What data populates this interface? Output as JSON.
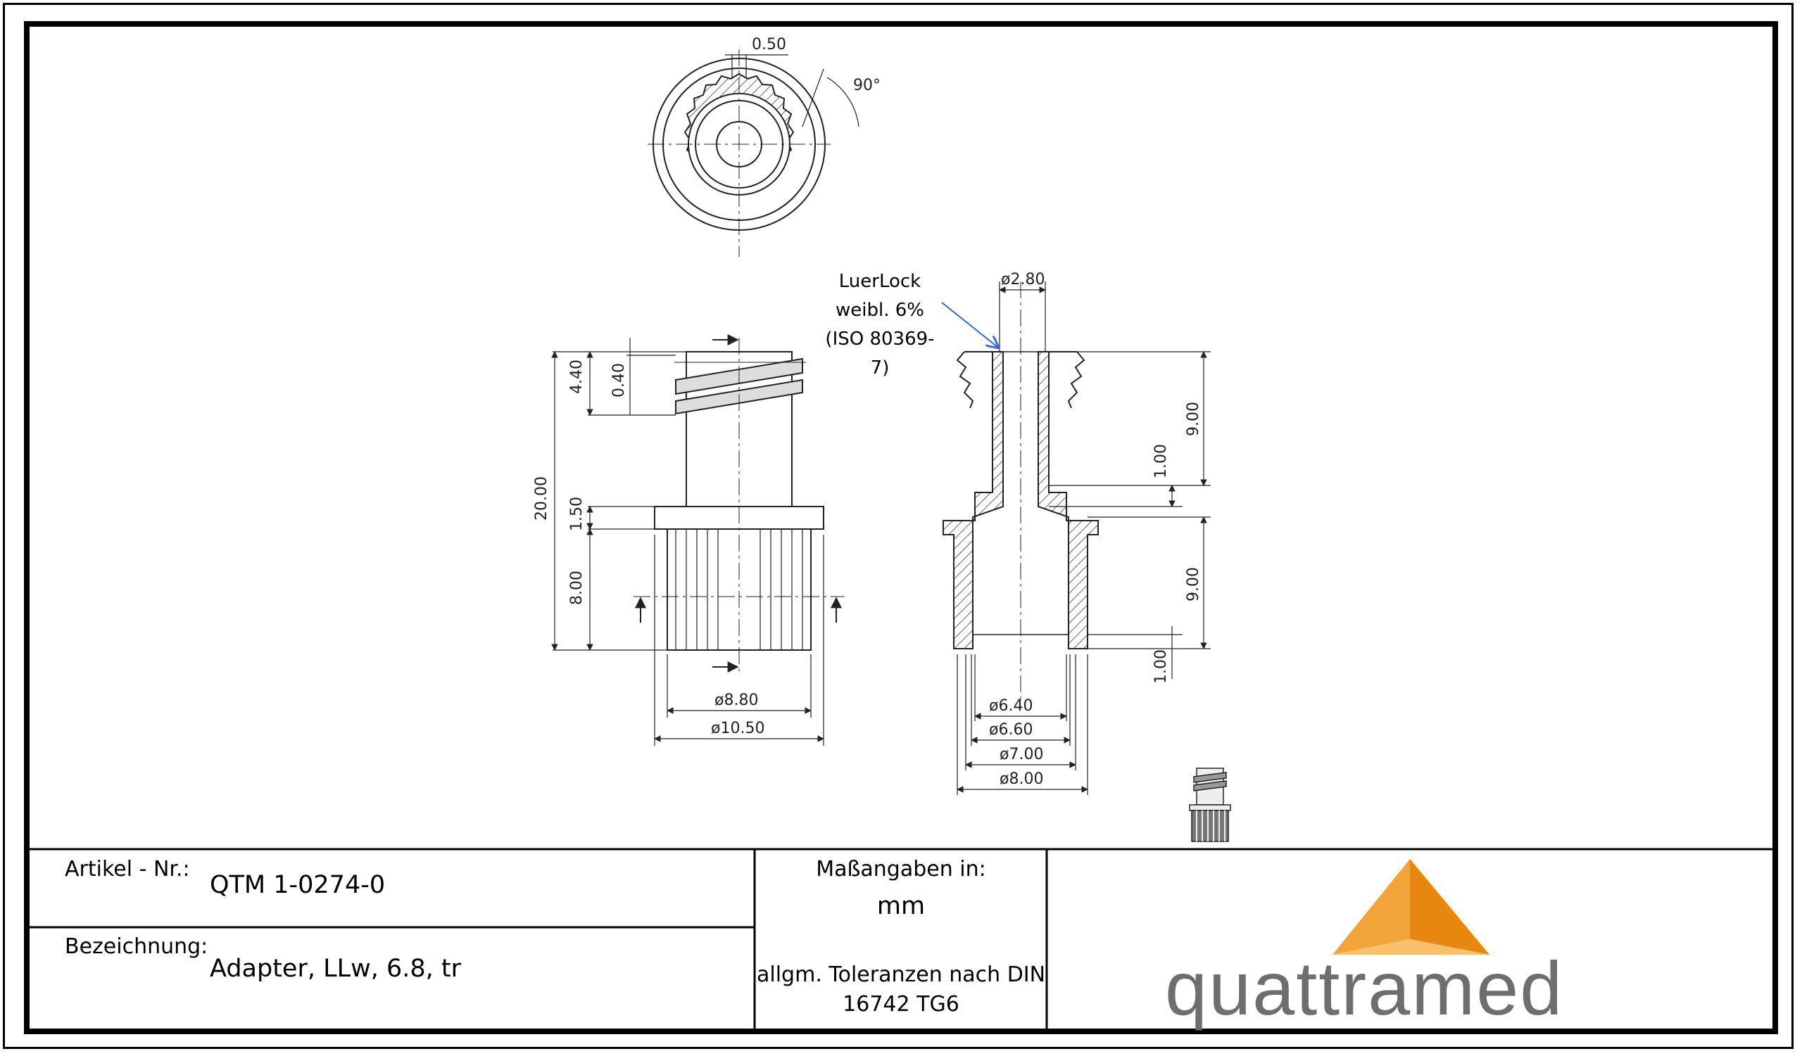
{
  "drawing": {
    "dimensions": {
      "top_width": "0.50",
      "top_angle": "90°",
      "luer_diameter": "ø2.80",
      "thread_height": "4.40",
      "thread_pitch": "0.40",
      "total_length": "20.00",
      "flange_height": "1.50",
      "grip_height": "8.00",
      "inner_diameter_880": "ø8.80",
      "outer_diameter_1050": "ø10.50",
      "upper_bore_depth": "9.00",
      "step_100_upper": "1.00",
      "lower_bore_depth": "9.00",
      "step_100_lower": "1.00",
      "dia_640": "ø6.40",
      "dia_660": "ø6.60",
      "dia_700": "ø7.00",
      "dia_800": "ø8.00"
    },
    "luer_note": {
      "line1": "LuerLock",
      "line2": "weibl. 6%",
      "line3": "(ISO 80369-7)"
    }
  },
  "title_block": {
    "article_label": "Artikel - Nr.:",
    "article_value": "QTM 1-0274-0",
    "designation_label": "Bezeichnung:",
    "designation_value": "Adapter, LLw, 6.8, tr",
    "units_label": "Maßangaben in:",
    "units_value": "mm",
    "tolerance_line1": "allgm. Toleranzen nach DIN",
    "tolerance_line2": "16742 TG6",
    "logo_text": "quattramed",
    "logo_colors": {
      "light": "#f7c06a",
      "mid": "#f2a33a",
      "dark": "#e8870f",
      "text": "#6e6e6e"
    }
  }
}
